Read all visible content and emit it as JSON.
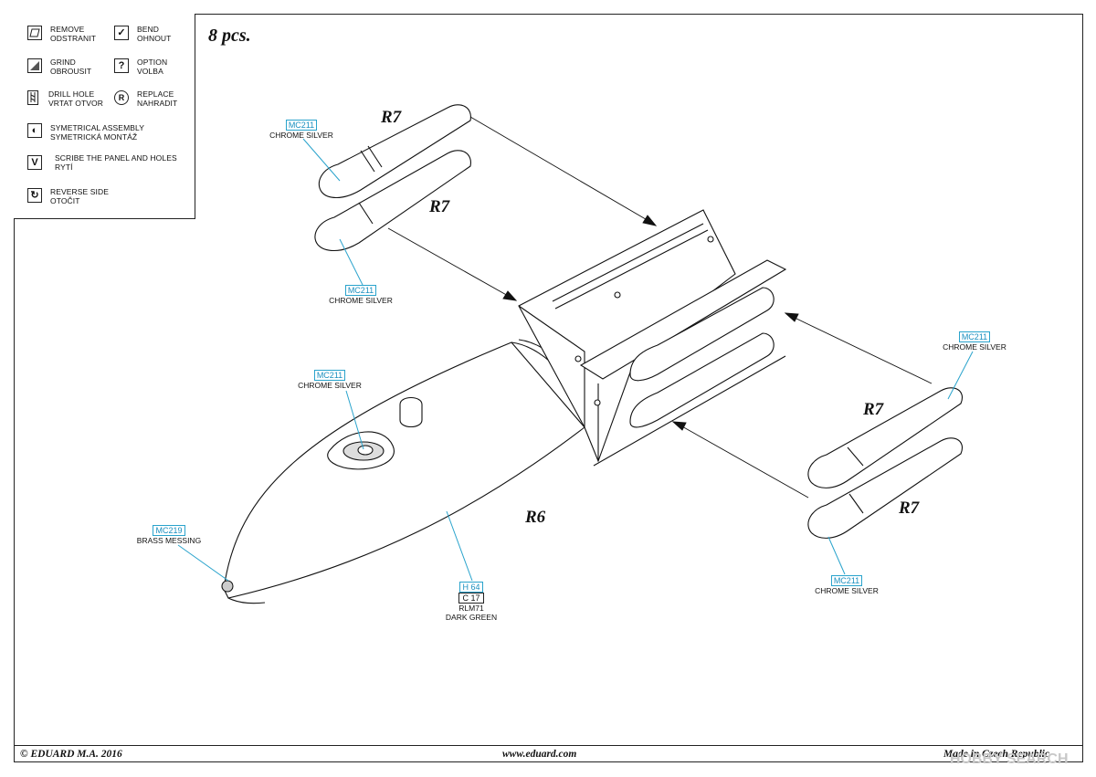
{
  "title": "8 pcs.",
  "legend": [
    {
      "icon": "remove-icon",
      "glyph": "",
      "line1": "REMOVE",
      "line2": "ODSTRANIT"
    },
    {
      "icon": "bend-icon",
      "glyph": "✓",
      "line1": "BEND",
      "line2": "OHNOUT"
    },
    {
      "icon": "grind-icon",
      "glyph": "",
      "line1": "GRIND",
      "line2": "OBROUSIT"
    },
    {
      "icon": "option-icon",
      "glyph": "?",
      "line1": "OPTION",
      "line2": "VOLBA"
    },
    {
      "icon": "drill-hole-icon",
      "glyph": "",
      "line1": "DRILL HOLE",
      "line2": "VRTAT OTVOR"
    },
    {
      "icon": "replace-icon",
      "glyph": "R",
      "line1": "REPLACE",
      "line2": "NAHRADIT"
    },
    {
      "icon": "symmetrical-assembly-icon",
      "glyph": "◐",
      "line1": "SYMETRICAL ASSEMBLY",
      "line2": "SYMETRICKÁ MONTÁŽ"
    },
    {
      "icon": "scribe-icon",
      "glyph": "V",
      "line1": "SCRIBE THE PANEL AND HOLES",
      "line2": "RYTÍ"
    },
    {
      "icon": "reverse-side-icon",
      "glyph": "↻",
      "line1": "REVERSE SIDE",
      "line2": "OTOČIT"
    }
  ],
  "parts": {
    "r7_a": "R7",
    "r7_b": "R7",
    "r7_c": "R7",
    "r7_d": "R7",
    "r6": "R6"
  },
  "colors": {
    "c1": {
      "code": "MC211",
      "name": "CHROME SILVER"
    },
    "c2": {
      "code": "MC211",
      "name": "CHROME SILVER"
    },
    "c3": {
      "code": "MC211",
      "name": "CHROME SILVER"
    },
    "c4": {
      "code": "MC211",
      "name": "CHROME SILVER"
    },
    "c5": {
      "code": "MC211",
      "name": "CHROME SILVER"
    },
    "c6": {
      "code": "MC219",
      "name": "BRASS MESSING"
    },
    "c7": {
      "code": "H 64",
      "code2": "C 17",
      "name": "RLM71",
      "name2": "DARK GREEN"
    }
  },
  "footer": {
    "left": "© EDUARD  M.A. 2016",
    "center": "www.eduard.com",
    "right": "Made in Czech Republic",
    "watermark": "HOBBY SEARCH"
  },
  "accent": "#29a3cc"
}
